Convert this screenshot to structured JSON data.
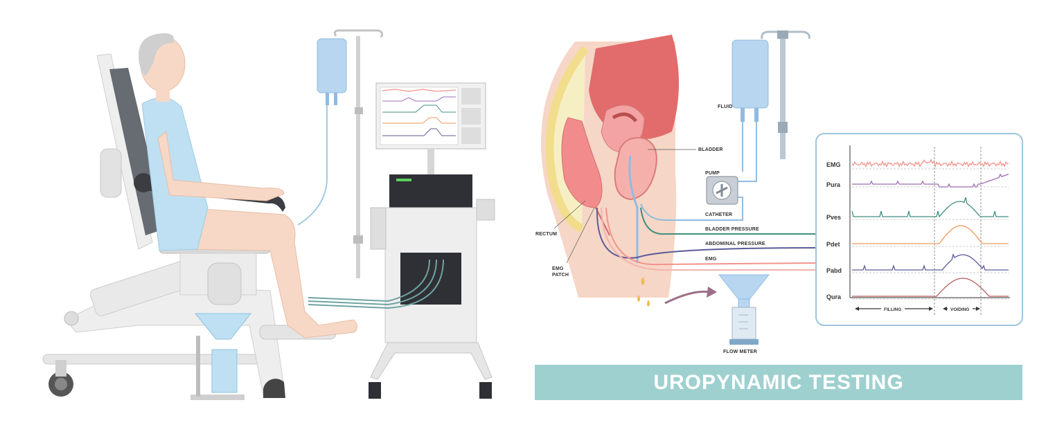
{
  "title": "UROPYNAMIC TESTING",
  "labels": {
    "fluid": "FLUID",
    "bladder": "BLADDER",
    "pump": "PUMP",
    "catheter": "CATHETER",
    "bladder_pressure": "BLADDER PRESSURE",
    "abdominal_pressure": "ABDOMINAL PRESSURE",
    "emg": "EMG",
    "rectum": "RECTUM",
    "emg_patch": [
      "EMG",
      "PATCH"
    ],
    "flow_meter": "FLOW METER"
  },
  "traces": [
    {
      "name": "EMG",
      "color": "#f2948c"
    },
    {
      "name": "Pura",
      "color": "#9b6bb5"
    },
    {
      "name": "Pves",
      "color": "#3f8f7f"
    },
    {
      "name": "Pdet",
      "color": "#f0975c"
    },
    {
      "name": "Pabd",
      "color": "#5b5a99"
    },
    {
      "name": "Qura",
      "color": "#b85c5c"
    }
  ],
  "phases": {
    "filling": "FILLING",
    "voiding": "VOIDING"
  },
  "colors": {
    "banner": "#9fd0d0",
    "panel_border": "#9cc5dc",
    "fluid_bag": "#b8d6f0",
    "skin": "#f7d8c6",
    "gown": "#bfe0f2"
  }
}
